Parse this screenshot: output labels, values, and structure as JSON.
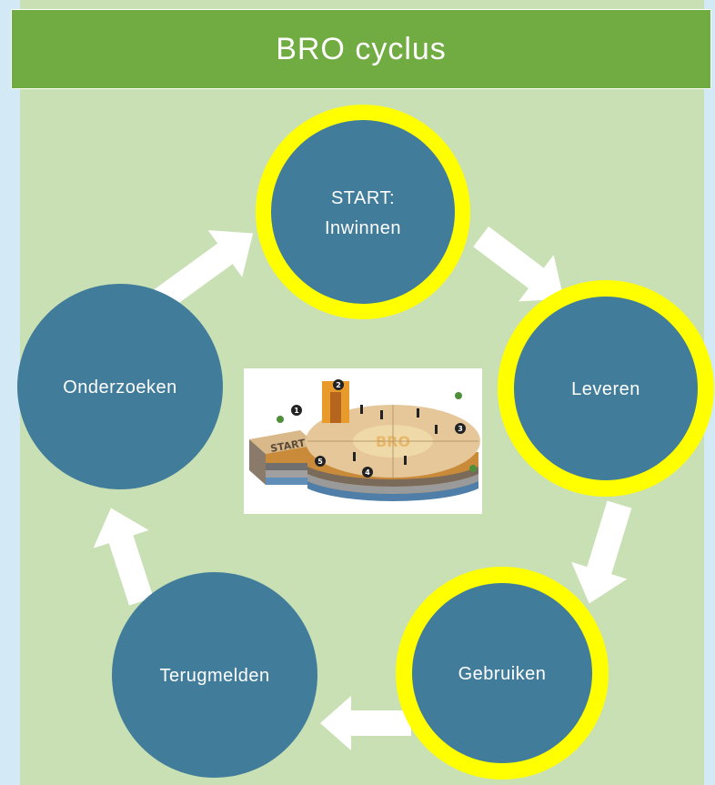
{
  "title": "BRO cyclus",
  "colors": {
    "background": "#d3e9f5",
    "panel": "#c9e0b4",
    "banner": "#71ac42",
    "node_fill": "#417d9a",
    "highlight_ring": "#ffff00",
    "arrow": "#ffffff"
  },
  "nodes": [
    {
      "id": "inwinnen",
      "lines": [
        "START:",
        "Inwinnen"
      ],
      "highlighted": true
    },
    {
      "id": "leveren",
      "lines": [
        "Leveren"
      ],
      "highlighted": true
    },
    {
      "id": "gebruiken",
      "lines": [
        "Gebruiken"
      ],
      "highlighted": true
    },
    {
      "id": "terugmelden",
      "lines": [
        "Terugmelden"
      ],
      "highlighted": false
    },
    {
      "id": "onderzoeken",
      "lines": [
        "Onderzoeken"
      ],
      "highlighted": false
    }
  ],
  "illustration": {
    "center_text": "BRO",
    "block_text": "START",
    "step_numbers": [
      "1",
      "2",
      "3",
      "4",
      "5"
    ]
  }
}
